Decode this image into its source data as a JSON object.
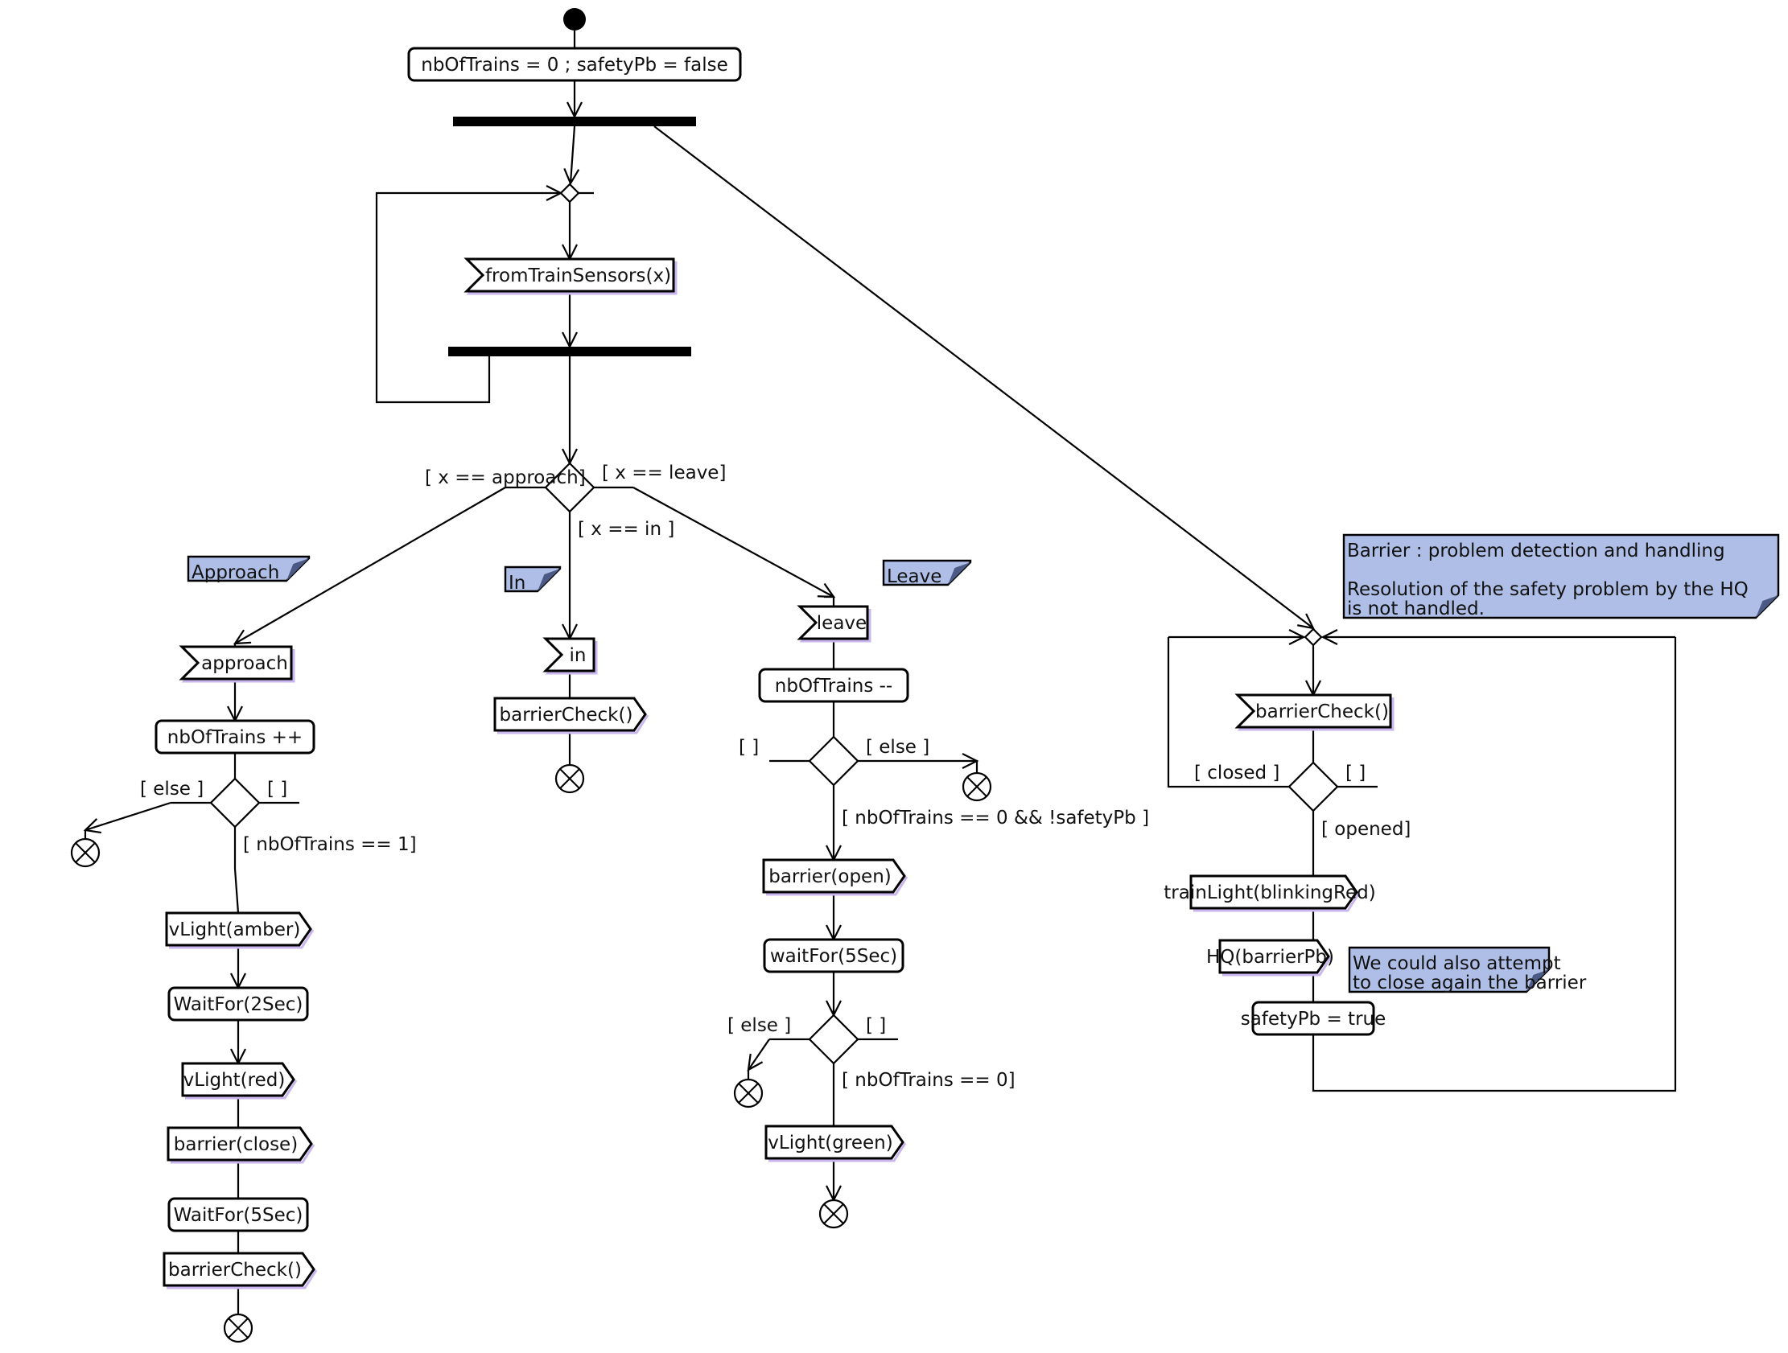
{
  "diagram": {
    "type": "UML activity diagram",
    "colors": {
      "note_fill": "#aebee6",
      "note_fold": "#4a5a85",
      "shadow": "#c9b6ee",
      "line": "#000000"
    },
    "initial_action": "nbOfTrains = 0 ; safetyPb = false",
    "main_loop": {
      "receive": "fromTrainSensors(x)",
      "guards": {
        "approach": "[ x == approach]",
        "in": "[ x == in ]",
        "leave": "[ x == leave]"
      }
    },
    "approach_branch": {
      "note": "Approach",
      "receive": "approach",
      "action1": "nbOfTrains ++",
      "guard_else": "[ else ]",
      "guard_empty": "[ ]",
      "guard_main": "[ nbOfTrains == 1]",
      "send1": "vLight(amber)",
      "action2": "WaitFor(2Sec)",
      "send2": "vLight(red)",
      "send3": "barrier(close)",
      "action3": "WaitFor(5Sec)",
      "send4": "barrierCheck()"
    },
    "in_branch": {
      "note": "In",
      "receive": "in",
      "send1": "barrierCheck()"
    },
    "leave_branch": {
      "note": "Leave",
      "receive": "leave",
      "action1": "nbOfTrains --",
      "guard_empty": "[  ]",
      "guard_else": "[ else ]",
      "guard_main": "[ nbOfTrains == 0 && !safetyPb ]",
      "send1": "barrier(open)",
      "action2": "waitFor(5Sec)",
      "guard2_else": "[ else ]",
      "guard2_empty": "[ ]",
      "guard2_main": "[ nbOfTrains == 0]",
      "send2": "vLight(green)"
    },
    "barrier_branch": {
      "note_line1": "Barrier : problem detection and handling",
      "note_line2": "Resolution of the safety problem by the HQ",
      "note_line3": "is not handled.",
      "receive": "barrierCheck()",
      "guard_closed": "[ closed ]",
      "guard_empty": "[ ]",
      "guard_opened": "[ opened]",
      "send1": "trainLight(blinkingRed)",
      "send2": "HQ(barrierPb)",
      "action1": "safetyPb = true",
      "note2_line1": "We could also attempt",
      "note2_line2": "to close again the barrier"
    }
  }
}
